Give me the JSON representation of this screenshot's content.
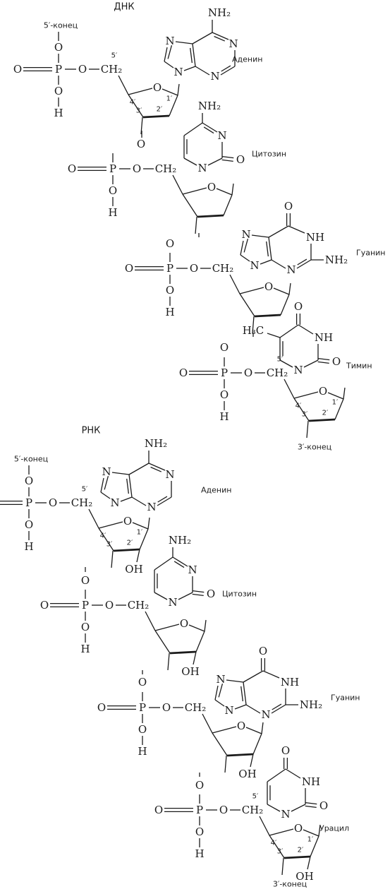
{
  "titles": {
    "dna": "ДНК",
    "rna": "РНК"
  },
  "ends": {
    "five": "5′-конец",
    "three": "3′-конец"
  },
  "bases": {
    "adenine": "Аденин",
    "cytosine": "Цитозин",
    "guanine": "Гуанин",
    "thymine": "Тимин",
    "uracil": "Урацил"
  },
  "atoms": {
    "O": "O",
    "P": "P",
    "H": "H",
    "N": "N",
    "NH": "NH",
    "NH2": "NH₂",
    "CH2": "CH₂",
    "H3C": "H₃C",
    "OH": "OH"
  },
  "positions": {
    "c5": "5′",
    "c4": "4′",
    "c3": "3′",
    "c2": "2′",
    "c1": "1′"
  }
}
